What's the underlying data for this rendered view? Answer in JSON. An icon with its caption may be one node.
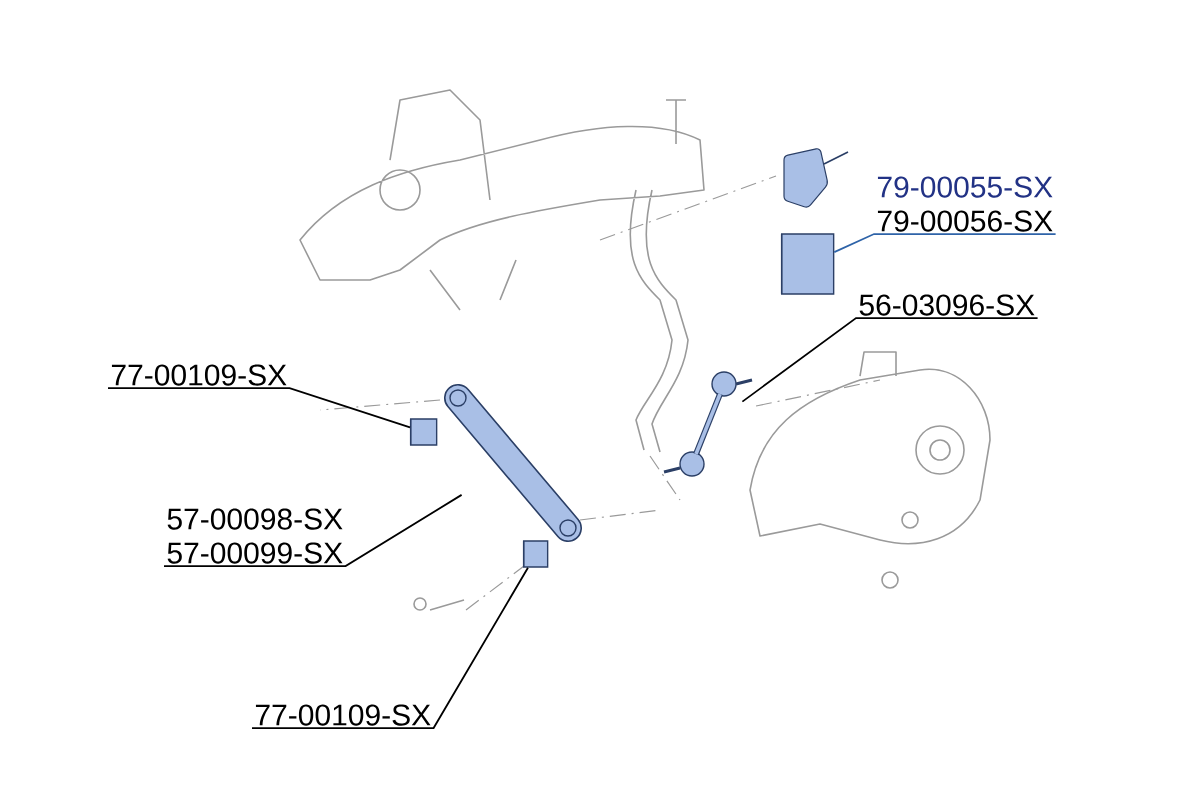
{
  "diagram": {
    "nodes": [
      {
        "text": [
          "79-00055-SX",
          "79-00056-SX"
        ]
      },
      {
        "text": [],
        "shape": "cylinder"
      },
      {
        "text": [
          "56-03096-SX"
        ]
      },
      {
        "text": [],
        "shape": "picture"
      },
      {
        "text": [
          "77-00109-SX"
        ]
      },
      {
        "text": [],
        "shape": "cylinder"
      },
      {
        "text": [
          "57-00098-SX",
          "57-00099-SX"
        ]
      },
      {
        "text": [],
        "shape": "bar"
      },
      {
        "text": [
          "77-00109-SX"
        ]
      },
      {
        "text": [],
        "shape": "cylinder"
      }
    ],
    "edges": [
      {
        "from": 0,
        "to": 1,
        "arrow": "none",
        "color": "#2e63a8"
      },
      {
        "from": 2,
        "to": 3,
        "arrow": "none"
      },
      {
        "from": 4,
        "to": 5,
        "arrow": "none"
      },
      {
        "from": 6,
        "to": 7,
        "arrow": "none"
      },
      {
        "from": 8,
        "to": 9,
        "arrow": "none"
      }
    ]
  }
}
